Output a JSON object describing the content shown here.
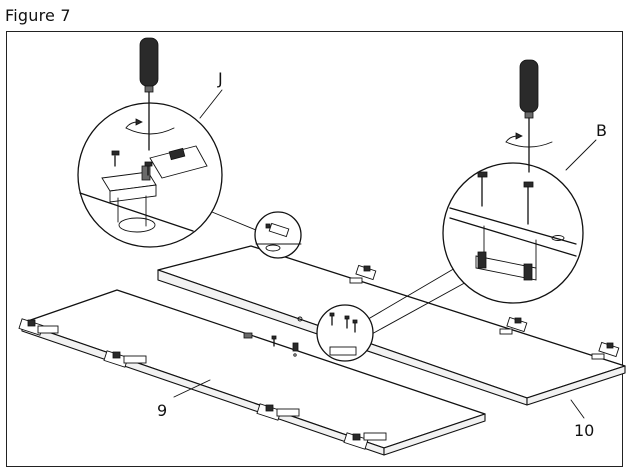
{
  "figure": {
    "title": "Figure 7"
  },
  "callouts": {
    "hinge_detail": "J",
    "support_detail": "B",
    "front_panel": "9",
    "back_panel": "10"
  }
}
